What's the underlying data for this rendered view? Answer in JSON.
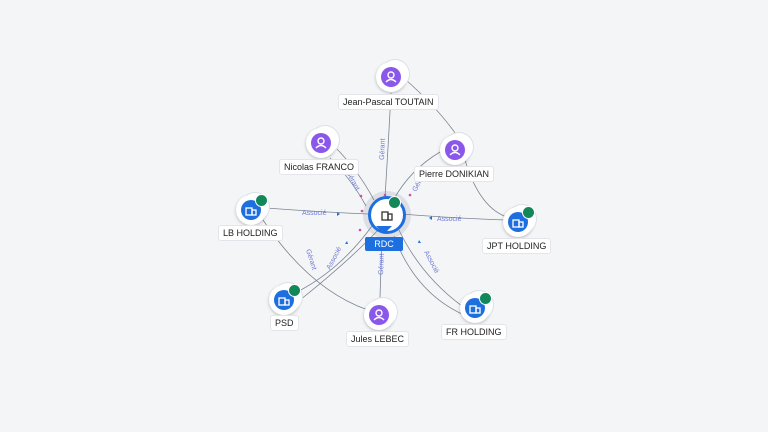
{
  "center": {
    "name": "RDC",
    "icon": "building-icon",
    "verified": true
  },
  "nodes": [
    {
      "id": "toutain",
      "label": "Jean-Pascal TOUTAIN",
      "type": "person",
      "icon": "person-icon"
    },
    {
      "id": "franco",
      "label": "Nicolas FRANCO",
      "type": "person",
      "icon": "person-icon"
    },
    {
      "id": "donikian",
      "label": "Pierre DONIKIAN",
      "type": "person",
      "icon": "person-icon"
    },
    {
      "id": "lb",
      "label": "LB HOLDING",
      "type": "company",
      "icon": "building-icon",
      "verified": true
    },
    {
      "id": "jpt",
      "label": "JPT HOLDING",
      "type": "company",
      "icon": "building-icon",
      "verified": true
    },
    {
      "id": "psd",
      "label": "PSD",
      "type": "company",
      "icon": "building-icon",
      "verified": true
    },
    {
      "id": "lebec",
      "label": "Jules LEBEC",
      "type": "person",
      "icon": "person-icon"
    },
    {
      "id": "fr",
      "label": "FR HOLDING",
      "type": "company",
      "icon": "building-icon",
      "verified": true
    }
  ],
  "edge_labels": {
    "gerant": "Gérant",
    "associe": "Associé"
  },
  "colors": {
    "person": "#8a57ea",
    "company": "#1d6fe0",
    "verified": "#12875a",
    "edge": "#7c8594",
    "edge_label": "#6f7bd6"
  }
}
